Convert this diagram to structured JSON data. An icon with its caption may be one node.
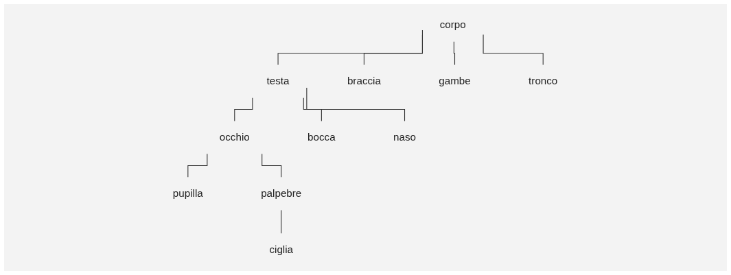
{
  "diagram": {
    "nodes": [
      {
        "text": [
          "corpo"
        ]
      },
      {
        "text": [
          "testa"
        ]
      },
      {
        "text": [
          "braccia"
        ]
      },
      {
        "text": [
          "gambe"
        ]
      },
      {
        "text": [
          "tronco"
        ]
      },
      {
        "text": [
          "occhio"
        ]
      },
      {
        "text": [
          "bocca"
        ]
      },
      {
        "text": [
          "naso"
        ]
      },
      {
        "text": [
          "pupilla"
        ]
      },
      {
        "text": [
          "palpebre"
        ]
      },
      {
        "text": [
          "ciglia"
        ]
      }
    ],
    "edges": [
      {
        "from": 0,
        "to": 1,
        "arrow": "none"
      },
      {
        "from": 0,
        "to": 2,
        "arrow": "none"
      },
      {
        "from": 0,
        "to": 3,
        "arrow": "none"
      },
      {
        "from": 0,
        "to": 4,
        "arrow": "none"
      },
      {
        "from": 1,
        "to": 5,
        "arrow": "none"
      },
      {
        "from": 1,
        "to": 6,
        "arrow": "none"
      },
      {
        "from": 1,
        "to": 7,
        "arrow": "none"
      },
      {
        "from": 5,
        "to": 8,
        "arrow": "none"
      },
      {
        "from": 5,
        "to": 9,
        "arrow": "none"
      },
      {
        "from": 9,
        "to": 10,
        "arrow": "none"
      }
    ]
  }
}
